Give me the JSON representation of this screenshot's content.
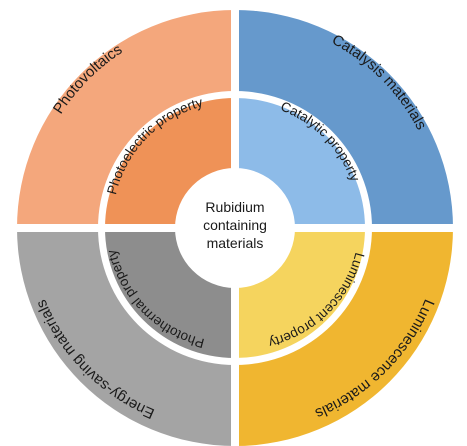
{
  "center": {
    "lines": [
      "Rubidium",
      "containing",
      "materials"
    ]
  },
  "quadrants": [
    {
      "id": "photovoltaics",
      "outer_label": "Photovoltaics",
      "inner_label": "Photoelectric property",
      "outer_color": "#f4a77c",
      "inner_color": "#ef9257"
    },
    {
      "id": "catalysis",
      "outer_label": "Catalysis materials",
      "inner_label": "Catalytic property",
      "outer_color": "#6699cc",
      "inner_color": "#8dbbe8"
    },
    {
      "id": "luminescence",
      "outer_label": "Luminescence materials",
      "inner_label": "Luminescent property",
      "outer_color": "#f0b630",
      "inner_color": "#f5d45e"
    },
    {
      "id": "energy-saving",
      "outer_label": "Energy-saving materials",
      "inner_label": "Photothermal property",
      "outer_color": "#a4a4a4",
      "inner_color": "#8d8d8d"
    }
  ],
  "colors": {
    "center_fill": "#ffffff",
    "gap": "#ffffff"
  }
}
